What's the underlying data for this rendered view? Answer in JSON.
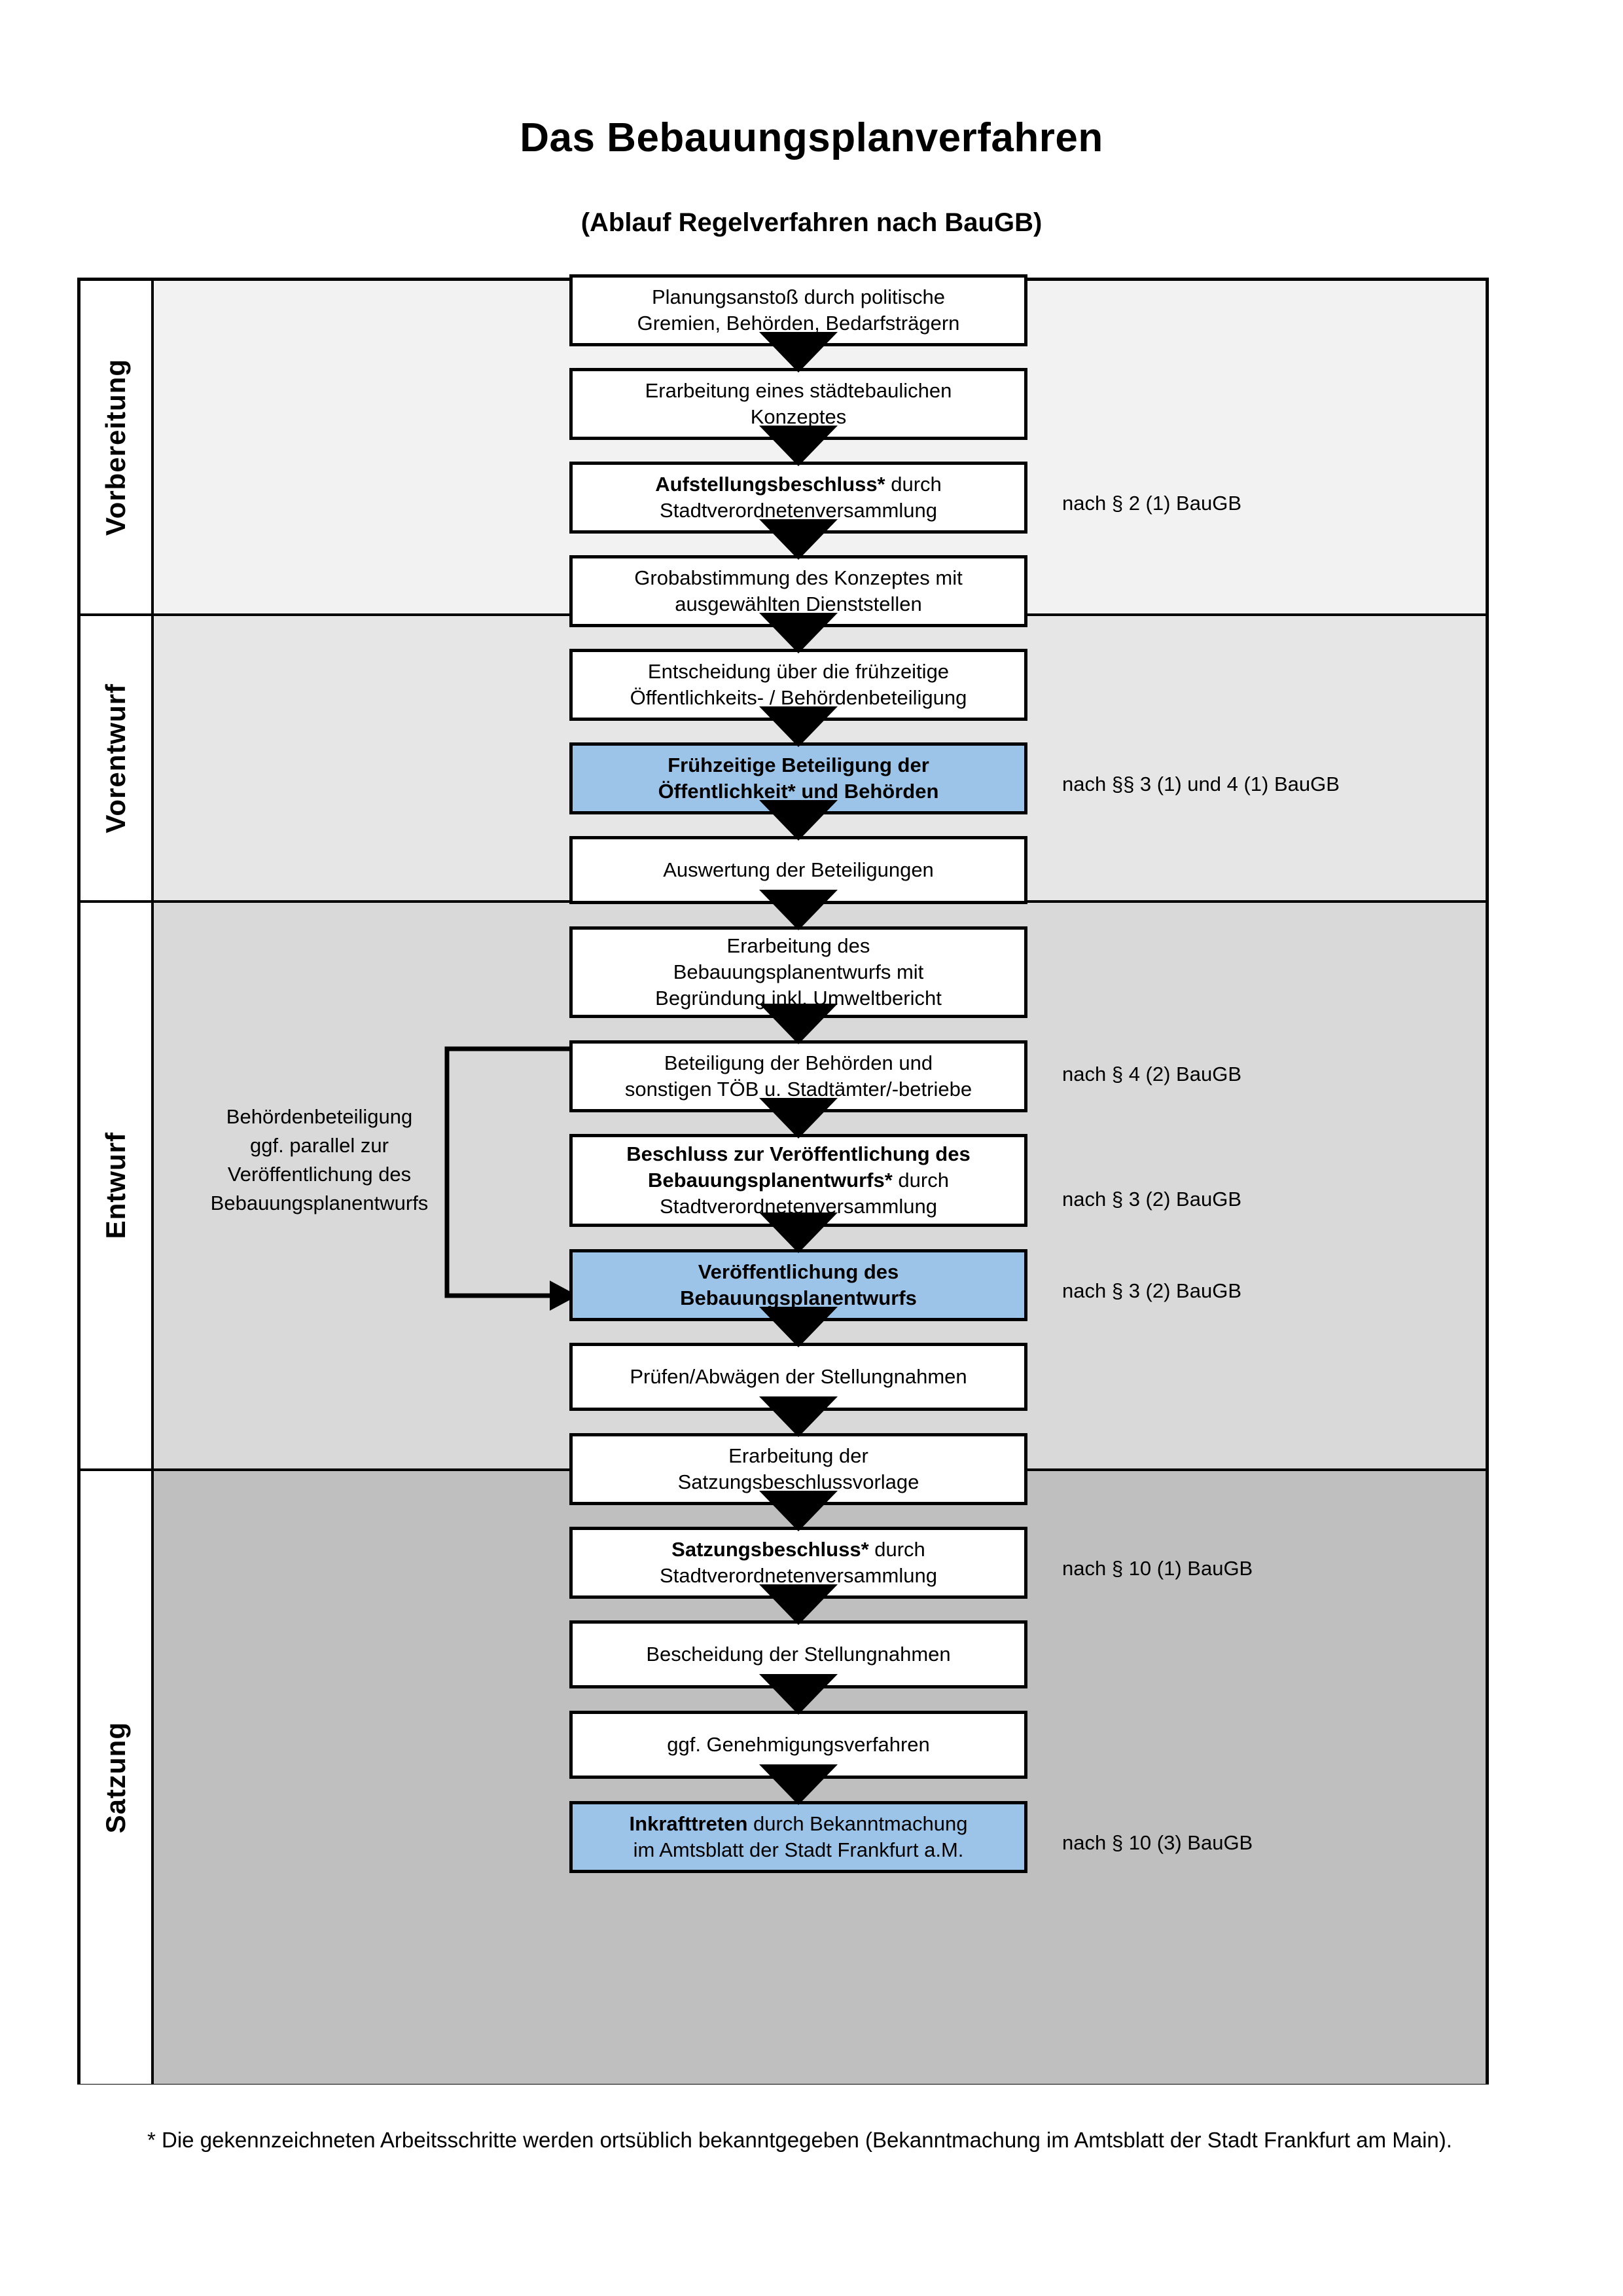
{
  "title": "Das Bebauungsplanverfahren",
  "subtitle": "(Ablauf Regelverfahren nach BauGB)",
  "sections": [
    {
      "label": "Vorbereitung",
      "bg": "#F2F2F2"
    },
    {
      "label": "Vorentwurf",
      "bg": "#E6E6E6"
    },
    {
      "label": "Entwurf",
      "bg": "#D9D9D9"
    },
    {
      "label": "Satzung",
      "bg": "#BFBFBF"
    }
  ],
  "colors": {
    "highlight": "#9CC3E8",
    "border": "#000000",
    "band1": "#F2F2F2",
    "band2": "#E6E6E6",
    "band3": "#D9D9D9",
    "band4": "#BFBFBF"
  },
  "steps": [
    {
      "id": "planungsanstoss",
      "section": "Vorbereitung",
      "highlight": false,
      "lines": [
        {
          "text": "Planungsanstoß durch politische",
          "bold": false
        },
        {
          "text": "Gremien, Behörden, Bedarfsträgern",
          "bold": false
        }
      ]
    },
    {
      "id": "konzept",
      "section": "Vorbereitung",
      "highlight": false,
      "lines": [
        {
          "text": "Erarbeitung eines städtebaulichen",
          "bold": false
        },
        {
          "text": "Konzeptes",
          "bold": false
        }
      ]
    },
    {
      "id": "aufstellungsbeschluss",
      "section": "Vorbereitung",
      "highlight": false,
      "lines": [
        {
          "text": "Aufstellungsbeschluss*",
          "bold": true,
          "suffix": " durch"
        },
        {
          "text": "Stadtverordnetenversammlung",
          "bold": false
        }
      ]
    },
    {
      "id": "grobabstimmung",
      "section": "Vorentwurf",
      "highlight": false,
      "lines": [
        {
          "text": "Grobabstimmung des Konzeptes mit",
          "bold": false
        },
        {
          "text": "ausgewählten Dienststellen",
          "bold": false
        }
      ]
    },
    {
      "id": "entscheidung-fruehzeitig",
      "section": "Vorentwurf",
      "highlight": false,
      "lines": [
        {
          "text": "Entscheidung über die frühzeitige",
          "bold": false
        },
        {
          "text": "Öffentlichkeits- / Behördenbeteiligung",
          "bold": false
        }
      ]
    },
    {
      "id": "fruehzeitige-beteiligung",
      "section": "Vorentwurf",
      "highlight": true,
      "lines": [
        {
          "text": "Frühzeitige Beteiligung der",
          "bold": true
        },
        {
          "text": "Öffentlichkeit* und Behörden",
          "bold": true
        }
      ]
    },
    {
      "id": "auswertung",
      "section": "Entwurf",
      "highlight": false,
      "lines": [
        {
          "text": "Auswertung der Beteiligungen",
          "bold": false
        }
      ]
    },
    {
      "id": "erarbeitung-entwurf",
      "section": "Entwurf",
      "highlight": false,
      "lines": [
        {
          "text": "Erarbeitung des",
          "bold": false
        },
        {
          "text": "Bebauungsplanentwurfs mit",
          "bold": false
        },
        {
          "text": "Begründung inkl. Umweltbericht",
          "bold": false
        }
      ]
    },
    {
      "id": "beteiligung-behoerden",
      "section": "Entwurf",
      "highlight": false,
      "lines": [
        {
          "text": "Beteiligung der Behörden und",
          "bold": false
        },
        {
          "text": "sonstigen TÖB u. Stadtämter/-betriebe",
          "bold": false
        }
      ]
    },
    {
      "id": "beschluss-veroeffentlichung",
      "section": "Entwurf",
      "highlight": false,
      "lines": [
        {
          "text": "Beschluss zur Veröffentlichung des",
          "bold": true
        },
        {
          "text": "Bebauungsplanentwurfs*",
          "bold": true,
          "suffix": " durch"
        },
        {
          "text": "Stadtverordnetenversammlung",
          "bold": false
        }
      ]
    },
    {
      "id": "veroeffentlichung",
      "section": "Entwurf",
      "highlight": true,
      "lines": [
        {
          "text": "Veröffentlichung des",
          "bold": true
        },
        {
          "text": "Bebauungsplanentwurfs",
          "bold": true
        }
      ]
    },
    {
      "id": "pruefen-abwaegen",
      "section": "Satzung",
      "highlight": false,
      "lines": [
        {
          "text": "Prüfen/Abwägen der Stellungnahmen",
          "bold": false
        }
      ]
    },
    {
      "id": "satzungsbeschlussvorlage",
      "section": "Satzung",
      "highlight": false,
      "lines": [
        {
          "text": "Erarbeitung der",
          "bold": false
        },
        {
          "text": "Satzungsbeschlussvorlage",
          "bold": false
        }
      ]
    },
    {
      "id": "satzungsbeschluss",
      "section": "Satzung",
      "highlight": false,
      "lines": [
        {
          "text": "Satzungsbeschluss*",
          "bold": true,
          "suffix": " durch"
        },
        {
          "text": "Stadtverordnetenversammlung",
          "bold": false
        }
      ]
    },
    {
      "id": "bescheidung",
      "section": "Satzung",
      "highlight": false,
      "lines": [
        {
          "text": "Bescheidung der Stellungnahmen",
          "bold": false
        }
      ]
    },
    {
      "id": "genehmigungsverfahren",
      "section": "Satzung",
      "highlight": false,
      "lines": [
        {
          "text": "ggf. Genehmigungsverfahren",
          "bold": false
        }
      ]
    },
    {
      "id": "inkrafttreten",
      "section": "Satzung",
      "highlight": true,
      "lines": [
        {
          "text": "Inkrafttreten",
          "bold": true,
          "suffix": " durch Bekanntmachung"
        },
        {
          "text": "im Amtsblatt der Stadt Frankfurt a.M.",
          "bold": false
        }
      ]
    }
  ],
  "legal_notes": [
    {
      "id": "note-1",
      "text": "nach § 2 (1) BauGB",
      "for": "aufstellungsbeschluss"
    },
    {
      "id": "note-2",
      "text": "nach §§ 3 (1) und 4 (1) BauGB",
      "for": "fruehzeitige-beteiligung"
    },
    {
      "id": "note-3",
      "text": "nach § 4 (2) BauGB",
      "for": "beteiligung-behoerden"
    },
    {
      "id": "note-4",
      "text": "nach § 3 (2) BauGB",
      "for": "beschluss-veroeffentlichung"
    },
    {
      "id": "note-5",
      "text": "nach § 3 (2) BauGB",
      "for": "veroeffentlichung"
    },
    {
      "id": "note-6",
      "text": "nach § 10 (1) BauGB",
      "for": "satzungsbeschluss"
    },
    {
      "id": "note-7",
      "text": "nach § 10 (3) BauGB",
      "for": "inkrafttreten"
    }
  ],
  "side_note": {
    "lines": [
      "Behördenbeteiligung",
      "ggf. parallel zur",
      "Veröffentlichung des",
      "Bebauungsplanentwurfs"
    ]
  },
  "footnote": "* Die gekennzeichneten Arbeitsschritte werden ortsüblich bekanntgegeben (Bekanntmachung im Amtsblatt  der Stadt Frankfurt am Main)."
}
